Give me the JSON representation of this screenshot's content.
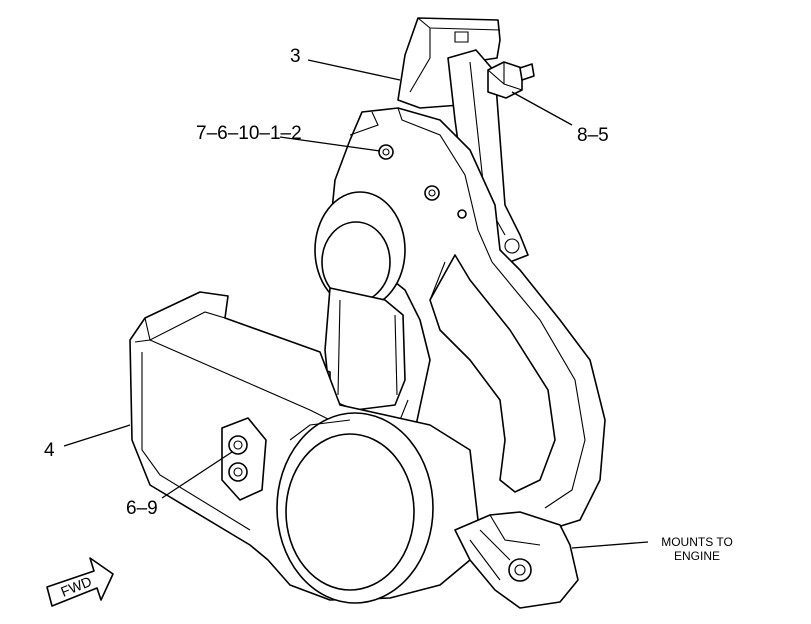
{
  "callouts": {
    "part_3": "3",
    "part_4": "4",
    "part_8_5": "8–5",
    "part_7_6_10_1_2": "7–6–10–1–2",
    "part_6_9": "6–9",
    "mounts_to": "MOUNTS TO",
    "engine": "ENGINE"
  },
  "arrow": {
    "label": "FWD"
  }
}
